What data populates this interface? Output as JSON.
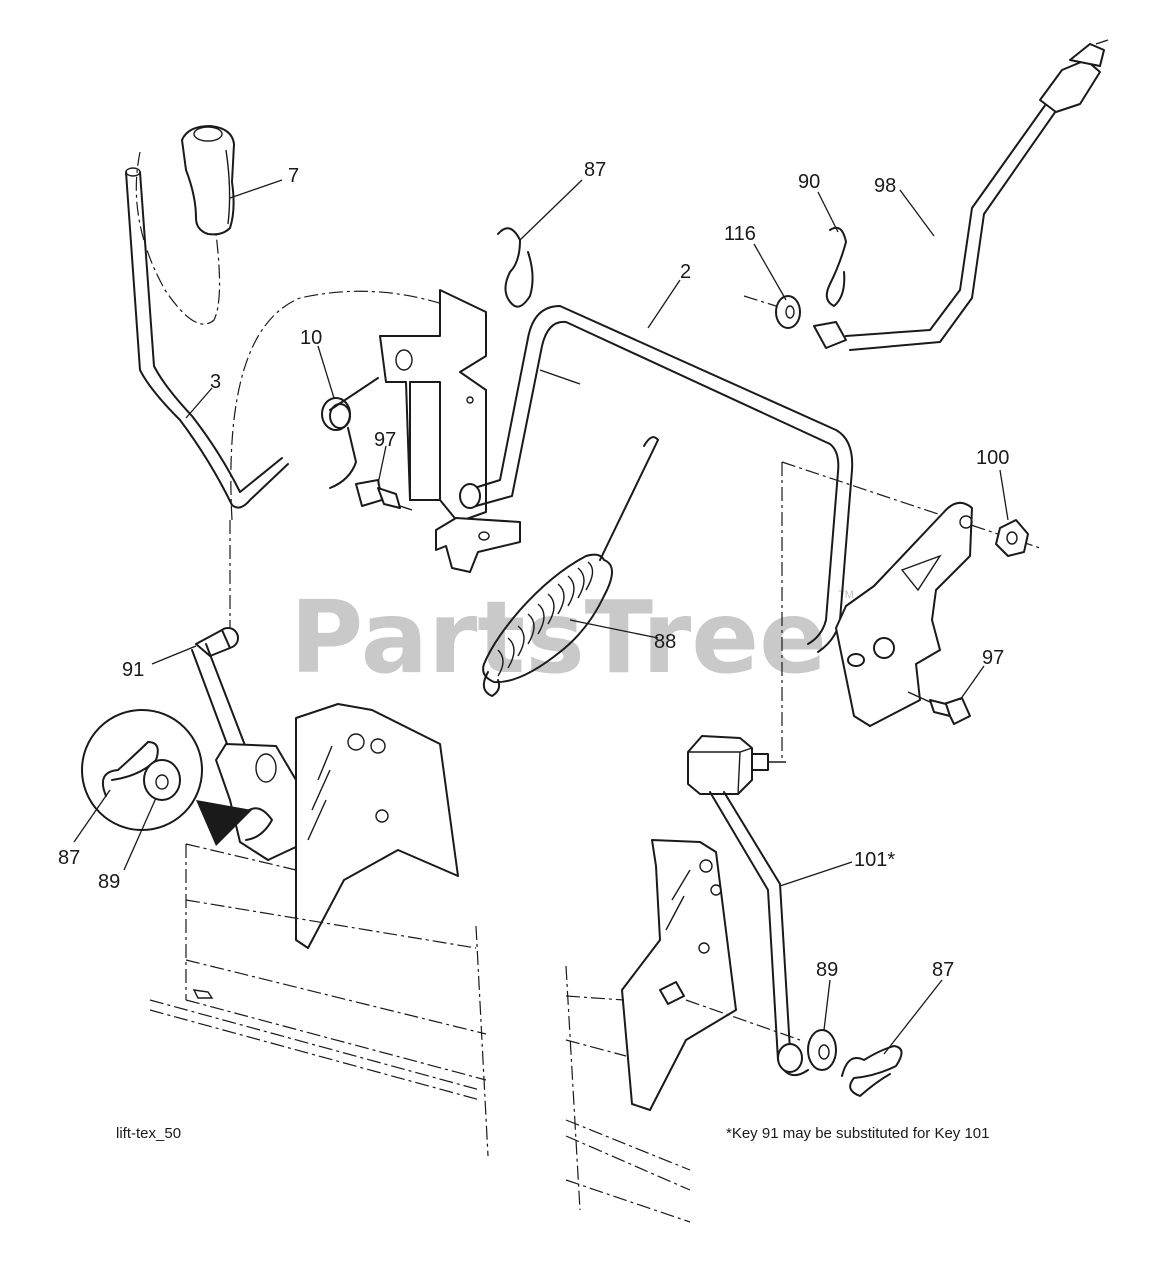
{
  "watermark": {
    "text": "PartsTree",
    "trademark": "TM"
  },
  "callouts": {
    "c7": "7",
    "c87_top": "87",
    "c90": "90",
    "c98": "98",
    "c116": "116",
    "c2": "2",
    "c10": "10",
    "c3": "3",
    "c97_left": "97",
    "c100": "100",
    "c88": "88",
    "c91": "91",
    "c97_right": "97",
    "c87_left": "87",
    "c89_left": "89",
    "c101": "101*",
    "c89_right": "89",
    "c87_right": "87"
  },
  "captions": {
    "drawing_id": "lift-tex_50",
    "footnote": "*Key 91 may be substituted for Key 101"
  }
}
